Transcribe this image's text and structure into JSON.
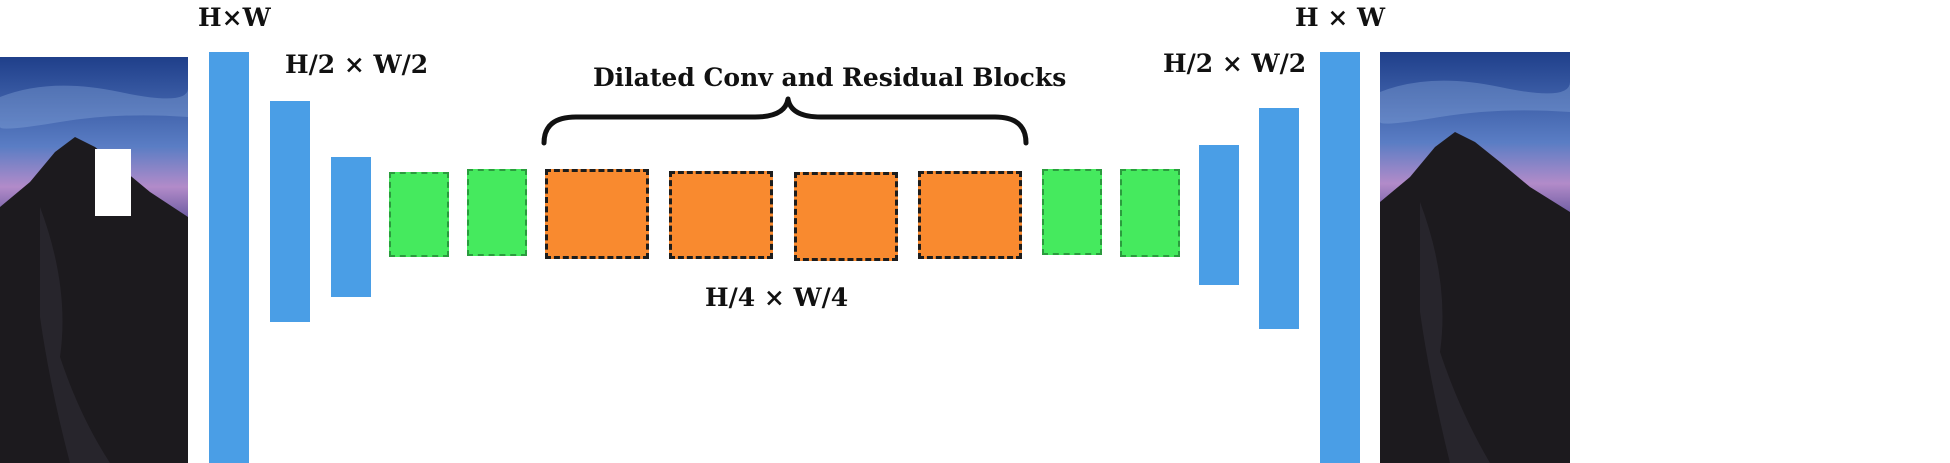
{
  "labels": {
    "input_size": "H×W",
    "enc_half_size": "H/2 × W/2",
    "middle_title": "Dilated Conv and Residual Blocks",
    "middle_size": "H/4 × W/4",
    "dec_half_size": "H/2 × W/2",
    "output_size": "H × W"
  },
  "colors": {
    "conv_blue": "#4a9ee6",
    "block_green": "#45ea5e",
    "block_orange": "#f98a2f",
    "mask_white": "#ffffff"
  },
  "icons": {
    "middle_brace": "curly-brace-icon"
  }
}
